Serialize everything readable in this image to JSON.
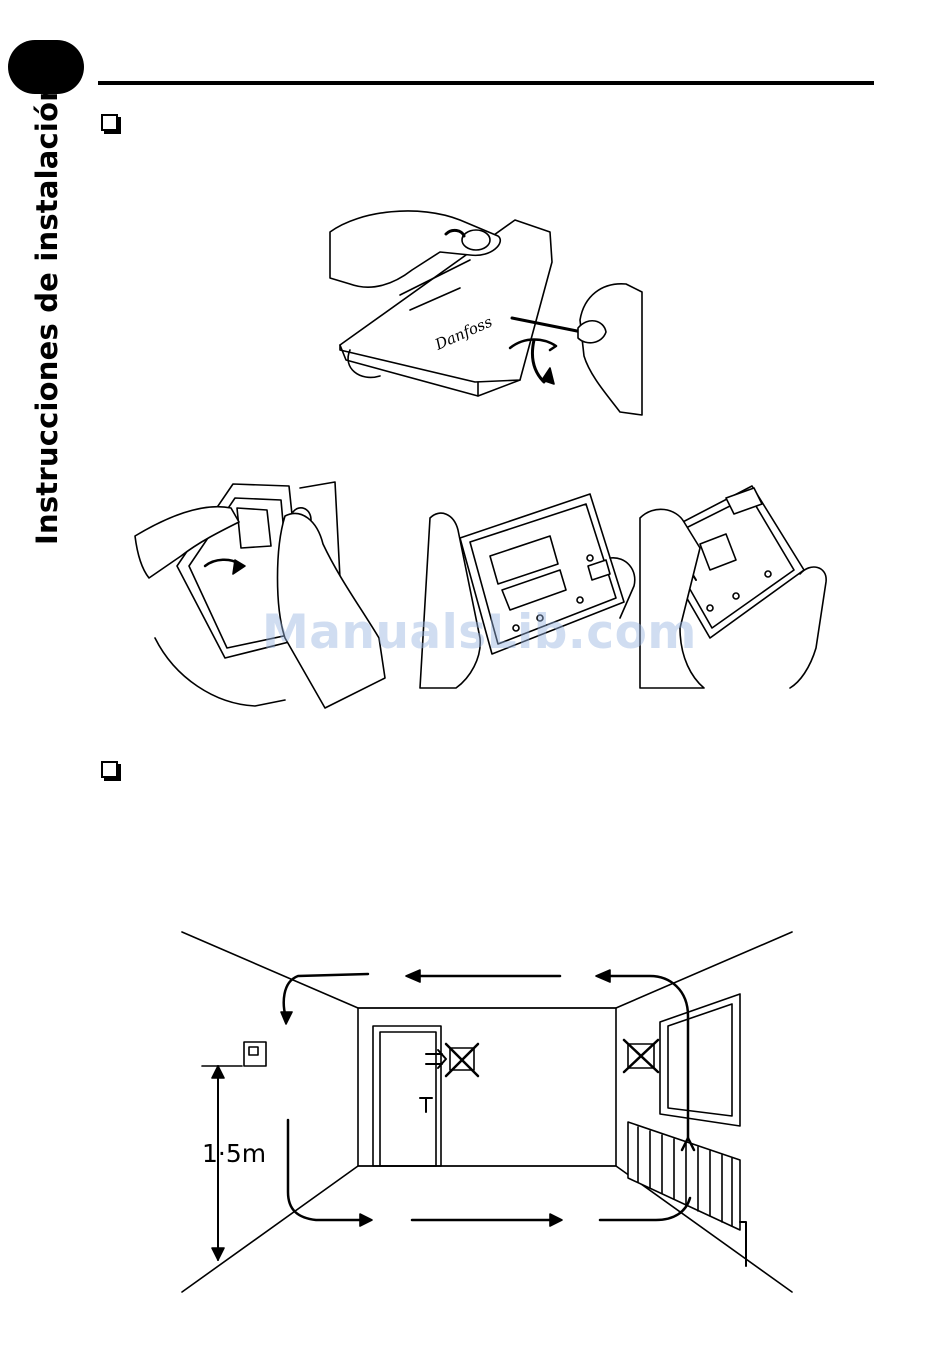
{
  "page": {
    "side_title": "Instrucciones de instalación",
    "watermark": "ManualsLib.com"
  },
  "illustrations": {
    "thermostat_brand_text": "Danfoss",
    "room_height_label": "1·5m"
  },
  "colors": {
    "ink": "#000000",
    "watermark": "#96b4e1"
  }
}
